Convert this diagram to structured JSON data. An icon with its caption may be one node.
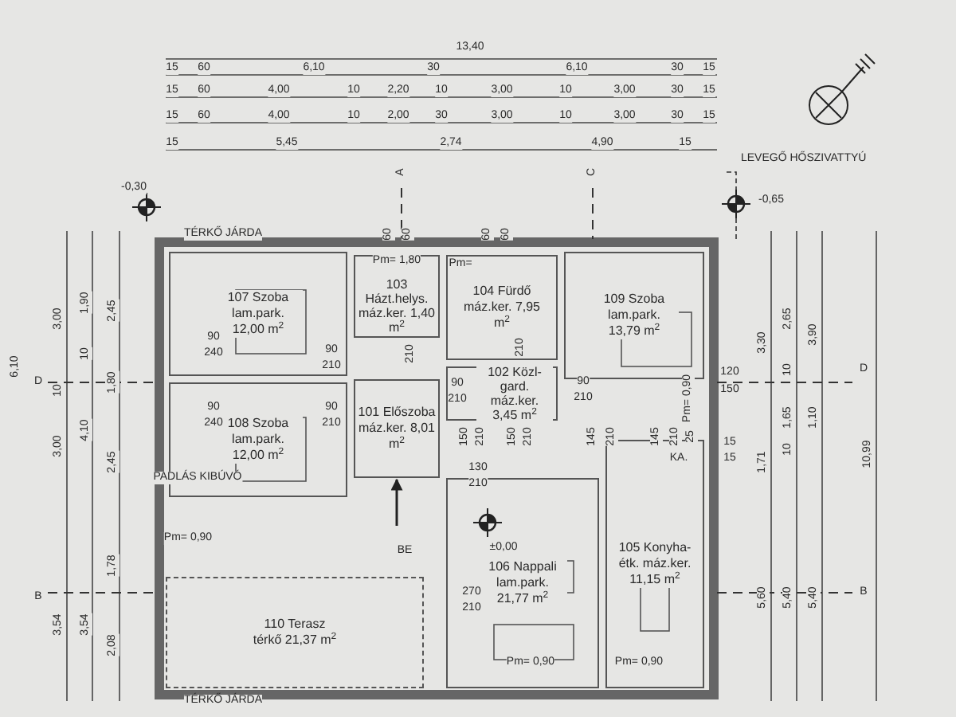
{
  "diagram": {
    "nodes": [
      {
        "text": [
          "107 Szoba lam.park. 12,00 m$^{2}$"
        ]
      },
      {
        "text": [
          "103 Házt.helys. máz.ker. 1,40 m$^{2}$"
        ]
      },
      {
        "text": [
          "104 Fürdő máz.ker. 7,95 m$^{2}$"
        ]
      },
      {
        "text": [
          "109 Szoba lam.park. 13,79 m$^{2}$"
        ]
      },
      {
        "text": [
          "108 Szoba lam.park. 12,00 m$^{2}$"
        ]
      },
      {
        "text": [
          "102 Közl-gard. máz.ker. 3,45 m$^{2}$"
        ]
      },
      {
        "text": [
          "101 Előszoba máz.ker. 8,01 m$^{2}$"
        ]
      },
      {
        "text": [
          "106 Nappali lam.park. 21,77 m$^{2}$"
        ]
      },
      {
        "text": [
          "105 Konyha-étk. máz.ker. 11,15 m$^{2}$"
        ]
      },
      {
        "text": [
          "110 Terasz térkő 21,37 m$^{2}$"
        ]
      }
    ],
    "edges": [
      {
        "from": null,
        "to": 6,
        "arrow": "to"
      }
    ],
    "labels": [
      "13,40",
      "15",
      "60",
      "6,10",
      "30",
      "6,10",
      "30",
      "15",
      "15",
      "60",
      "4,00",
      "10",
      "2,20",
      "10",
      "3,00",
      "10",
      "3,00",
      "30",
      "15",
      "15",
      "60",
      "4,00",
      "10",
      "2,00",
      "30",
      "3,00",
      "10",
      "3,00",
      "30",
      "15",
      "15",
      "5,45",
      "2,74",
      "4,90",
      "15",
      "A",
      "C",
      "LEVEGŐ HŐSZIVATTYÚ",
      "-0,30",
      "-0,65",
      "TÉRKŐ JÁRDA",
      "3,00",
      "10",
      "3,00",
      "3,54",
      "1,90",
      "10",
      "4,10",
      "3,54",
      "2,45",
      "1,80",
      "2,45",
      "1,78",
      "2,08",
      "D",
      "B",
      "6,10",
      "3,30",
      "1,71",
      "5,60",
      "2,65",
      "10",
      "1,65",
      "10",
      "5,40",
      "3,90",
      "1,10",
      "5,40",
      "10,99",
      "D",
      "B",
      "120",
      "150",
      "15",
      "15",
      "90",
      "240",
      "90",
      "240",
      "90",
      "210",
      "90",
      "210",
      "210",
      "210",
      "90",
      "210",
      "90",
      "210",
      "150",
      "210",
      "150",
      "210",
      "145",
      "210",
      "145",
      "210",
      "25",
      "130",
      "210",
      "270",
      "210",
      "KA.",
      "PADLÁS KIBÚVÓ",
      "BE",
      "±0,00",
      "Pm= 1,80",
      "Pm=",
      "Pm= 0,90",
      "Pm= 0,90",
      "Pm= 0,90",
      "Pm= 0,90",
      "TÉRKŐ JÁRDA",
      "60",
      "60",
      "60",
      "60"
    ]
  }
}
